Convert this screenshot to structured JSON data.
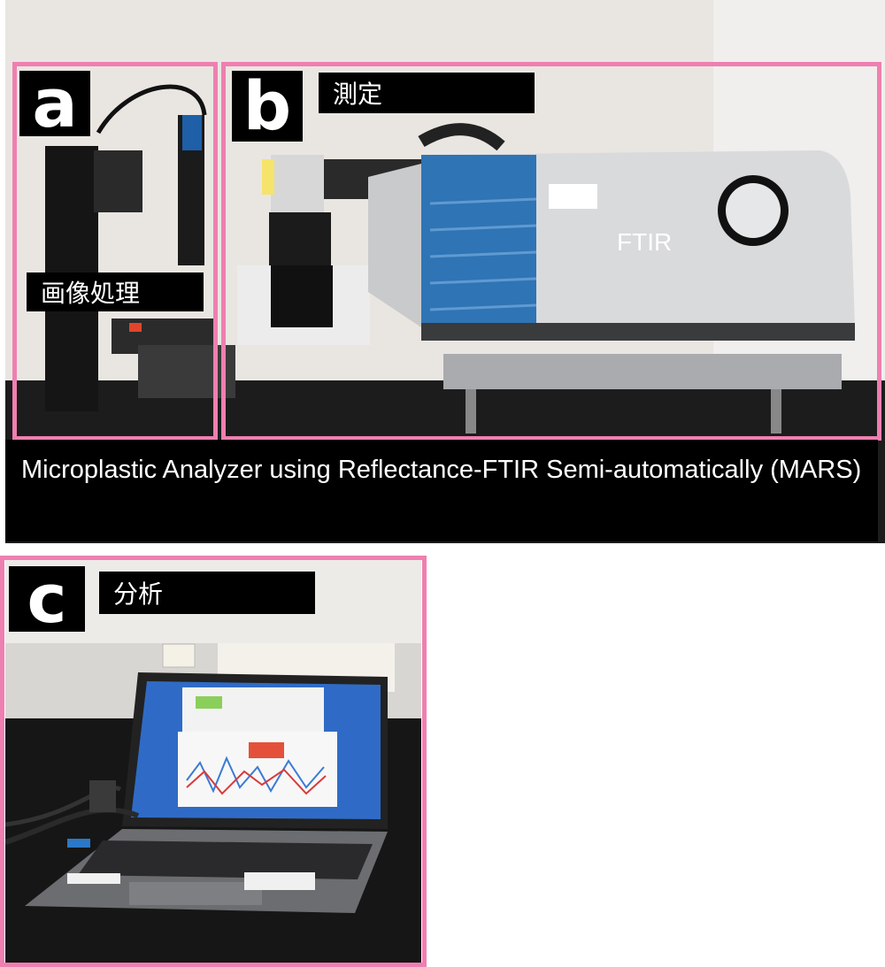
{
  "panels": {
    "a": {
      "letter": "a",
      "label": "画像処理"
    },
    "b": {
      "letter": "b",
      "label": "測定",
      "instrument_label": "FTIR"
    },
    "c": {
      "letter": "c",
      "label": "分析"
    }
  },
  "caption": "Microplastic Analyzer using Reflectance-FTIR Semi-automatically (MARS)",
  "colors": {
    "frame": "#ef7fb0",
    "label_bg": "#000000",
    "instrument_blue": "#2f74b5"
  }
}
